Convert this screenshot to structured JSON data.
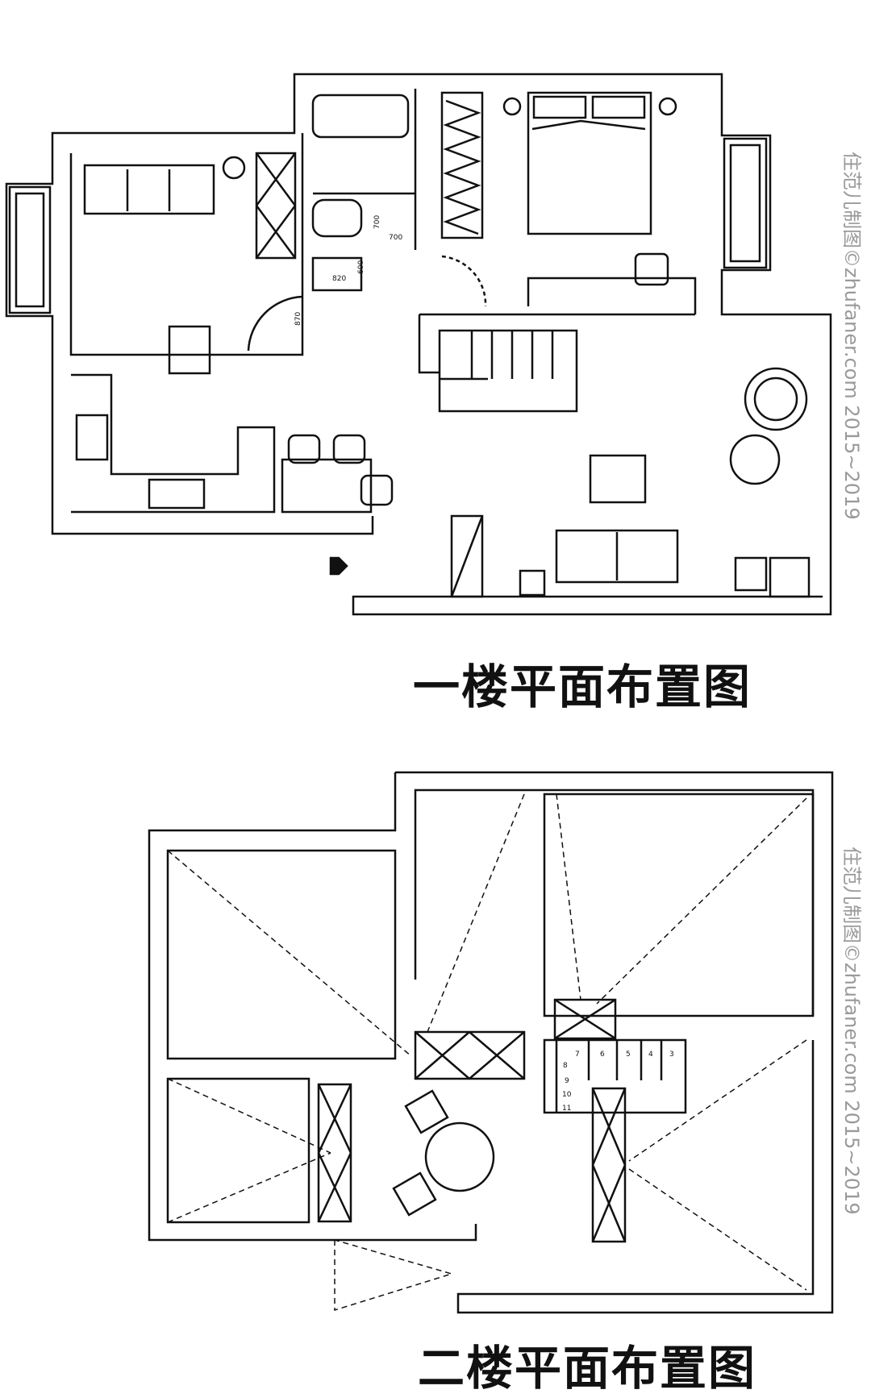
{
  "floor1": {
    "title": "一楼平面布置图",
    "dimensions": {
      "d700a": "700",
      "d700b": "700",
      "d820": "820",
      "d600": "600",
      "d870": "870"
    }
  },
  "floor2": {
    "title": "二楼平面布置图",
    "stair_steps": [
      "7",
      "6",
      "5",
      "4",
      "3",
      "8",
      "9",
      "10",
      "11"
    ]
  },
  "watermark": {
    "text": "住范儿制图©zhufaner.com 2015~2019",
    "color": "#9a9a9a"
  },
  "colors": {
    "line": "#111111",
    "background": "#ffffff"
  }
}
